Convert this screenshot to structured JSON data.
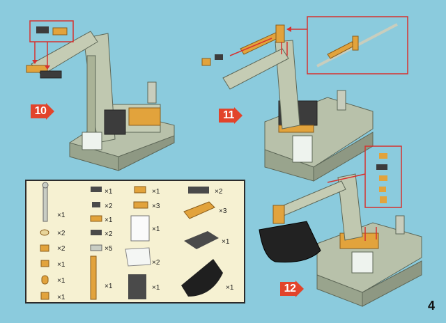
{
  "page_number": "4",
  "steps": [
    {
      "number": "10"
    },
    {
      "number": "11"
    },
    {
      "number": "12"
    }
  ],
  "parts_list": [
    {
      "icon": "light-gray-antenna-bar",
      "qty": "×1"
    },
    {
      "icon": "tan-round-stud",
      "qty": "×2"
    },
    {
      "icon": "tan-small-bracket",
      "qty": "×2"
    },
    {
      "icon": "tan-1x2-hinge",
      "qty": "×1"
    },
    {
      "icon": "tan-round-pin",
      "qty": "×1"
    },
    {
      "icon": "tan-cone-piece",
      "qty": "×1"
    },
    {
      "icon": "dark-gray-1x2-plate",
      "qty": "×1"
    },
    {
      "icon": "dark-gray-hinge-plate",
      "qty": "×2"
    },
    {
      "icon": "dark-gray-clip-plate",
      "qty": "×1"
    },
    {
      "icon": "tan-2x2-plate",
      "qty": "×2"
    },
    {
      "icon": "light-gray-1x2-tile",
      "qty": "×5"
    },
    {
      "icon": "tan-long-cylinder",
      "qty": "×1"
    },
    {
      "icon": "tan-1x2-jumper",
      "qty": "×1"
    },
    {
      "icon": "tan-1x3-plate",
      "qty": "×3"
    },
    {
      "icon": "white-door-frame",
      "qty": "×1"
    },
    {
      "icon": "white-windscreen",
      "qty": "×2"
    },
    {
      "icon": "dark-gray-panel",
      "qty": "×1"
    },
    {
      "icon": "dark-gray-2x4-plate",
      "qty": "×2"
    },
    {
      "icon": "tan-sloped-tile",
      "qty": "×3"
    },
    {
      "icon": "dark-gray-4x6-plate",
      "qty": "×1"
    },
    {
      "icon": "black-excavator-bucket",
      "qty": "×1"
    }
  ],
  "colors": {
    "background": "#8bcbdd",
    "arrow_red": "#d6322f",
    "step_badge": "#e2442b",
    "build_gray": "#b9c2ab",
    "accent_tan": "#e2a33c",
    "parts_box_bg": "#f6f1d2"
  }
}
